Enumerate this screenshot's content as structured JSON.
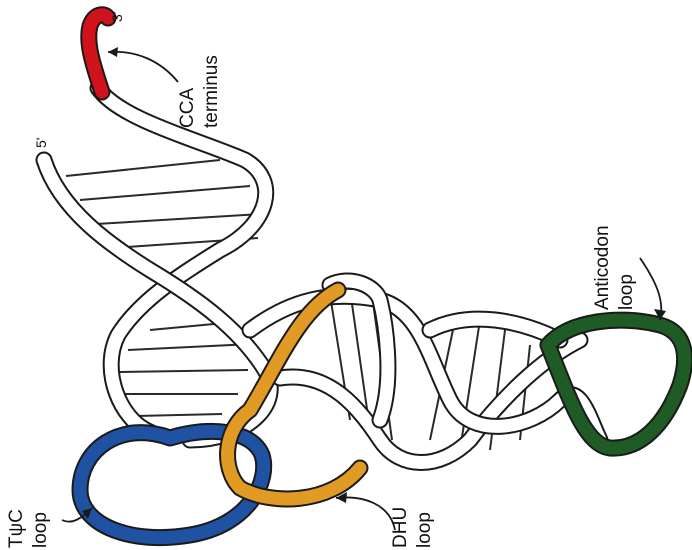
{
  "labels": {
    "three_prime": "3'",
    "five_prime": "5'",
    "cca_line1": "CCA",
    "cca_line2": "terminus",
    "anticodon_line1": "Anticodon",
    "anticodon_line2": "loop",
    "tpsic_line1": "TψC",
    "tpsic_line2": "loop",
    "dhu_line1": "DHU",
    "dhu_line2": "loop"
  },
  "colors": {
    "cca_terminus": "#d0121b",
    "anticodon_loop": "#1f5b24",
    "tpsic_loop": "#1f52a3",
    "dhu_loop": "#e19a24",
    "strand": "#ffffff",
    "outline": "#1a1a1a"
  }
}
